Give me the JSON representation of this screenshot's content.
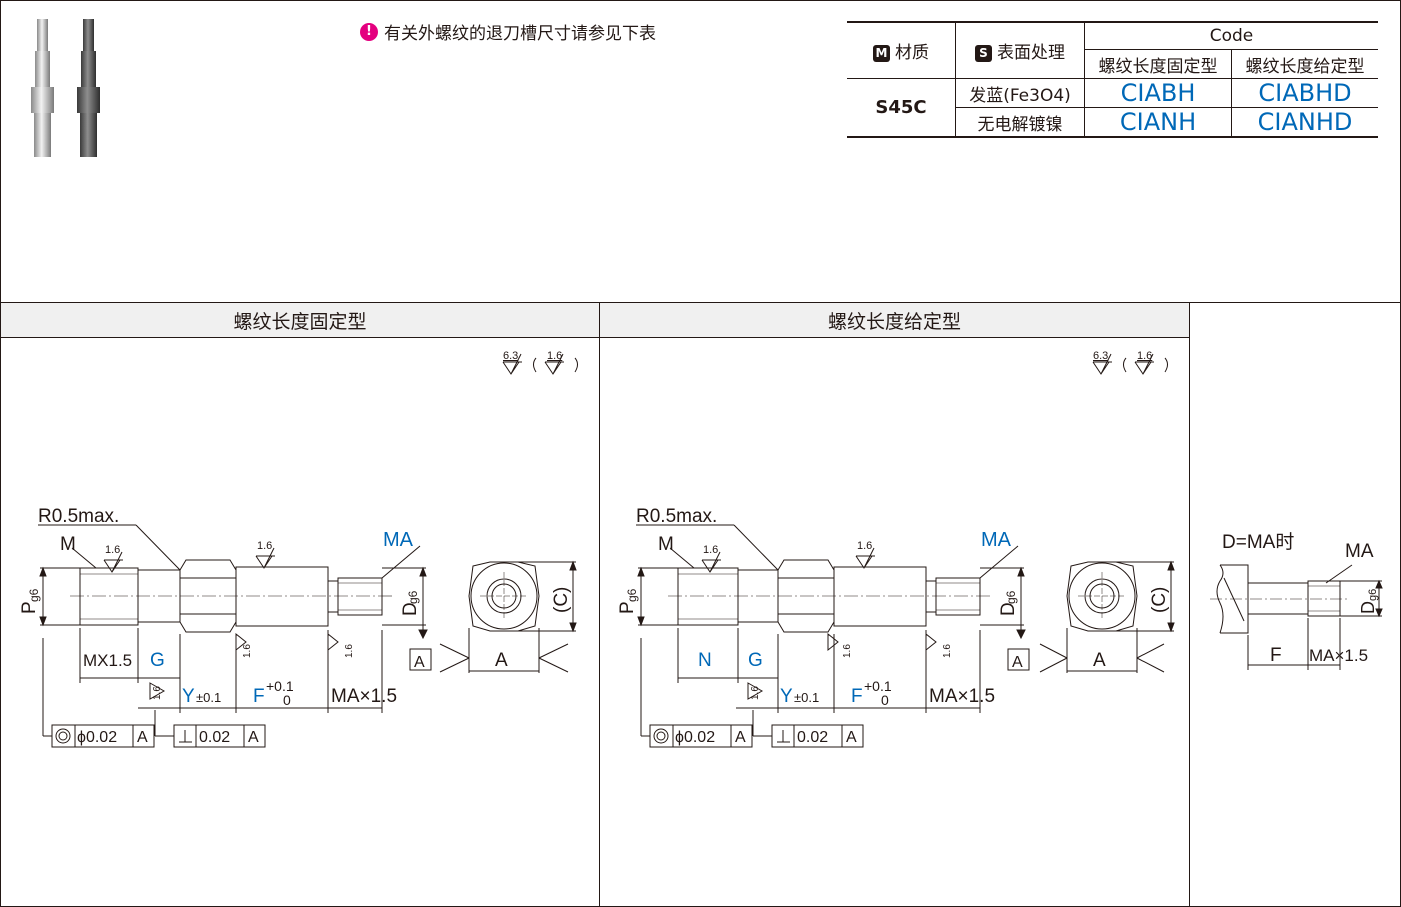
{
  "note": {
    "text": "有关外螺纹的退刀槽尺寸请参见下表",
    "icon": "info-icon"
  },
  "table": {
    "material_label": "材质",
    "material_badge": "M",
    "surface_label": "表面处理",
    "surface_badge": "S",
    "code_header": "Code",
    "fixed_label": "螺纹长度固定型",
    "given_label": "螺纹长度给定型",
    "material": "S45C",
    "rows": [
      {
        "surface": "发蓝(Fe3O4)",
        "fixed": "CIABH",
        "given": "CIABHD"
      },
      {
        "surface": "无电解镀镍",
        "fixed": "CIANH",
        "given": "CIANHD"
      }
    ]
  },
  "sections": {
    "fixed_title": "螺纹长度固定型",
    "given_title": "螺纹长度给定型"
  },
  "drawing": {
    "surface_main": "6.3",
    "surface_sub": "1.6",
    "r_label": "R0.5max.",
    "m_label": "M",
    "ma_label": "MA",
    "p_label": "P",
    "p_sub": "g6",
    "d_label": "D",
    "d_sub": "g6",
    "c_label": "(C)",
    "a_label": "A",
    "datum": "A",
    "mx_label": "MX1.5",
    "n_label": "N",
    "g_label": "G",
    "y_label": "Y",
    "y_tol": "±0.1",
    "f_label": "F",
    "f_tol_up": "+0.1",
    "f_tol_low": "0",
    "ma_x": "MA×1.5",
    "conc_tol": "ϕ0.02",
    "perp_tol": "0.02",
    "ra": "1.6",
    "d_eq_ma": "D=MA时",
    "ma_x2": "MA×1.5"
  },
  "colors": {
    "accent_blue": "#0068b7",
    "note_pink": "#e4007f",
    "ink": "#231815"
  }
}
